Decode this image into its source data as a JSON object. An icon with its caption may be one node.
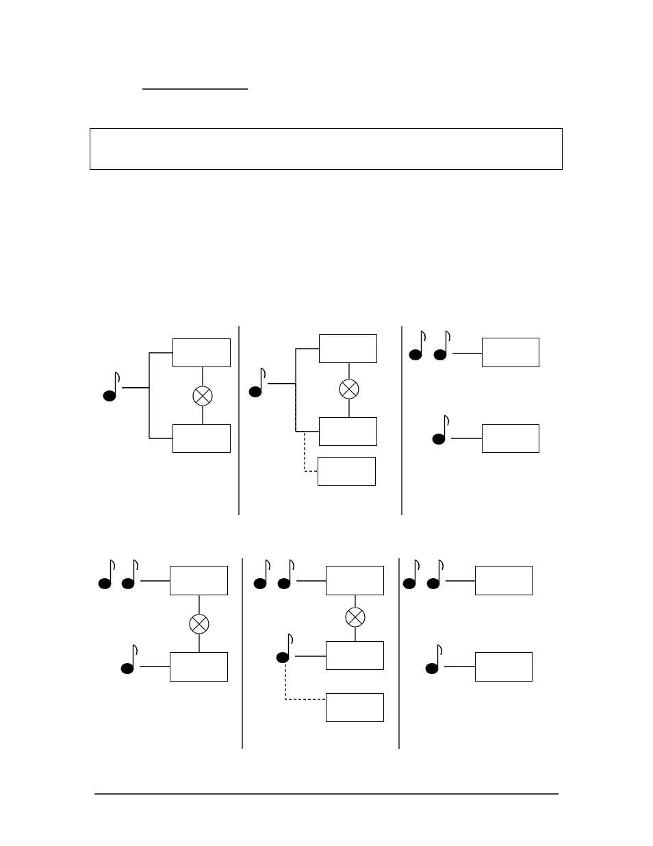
{
  "diagram": {
    "nodes": [
      {
        "text": [],
        "shape": "box"
      },
      {
        "text": [],
        "shape": "note"
      },
      {
        "text": [],
        "shape": "box"
      },
      {
        "text": [],
        "shape": "circle"
      },
      {
        "text": [],
        "shape": "box"
      },
      {
        "text": [],
        "shape": "note"
      },
      {
        "text": [],
        "shape": "box"
      },
      {
        "text": [],
        "shape": "circle"
      },
      {
        "text": [],
        "shape": "box"
      },
      {
        "text": [],
        "shape": "box"
      },
      {
        "text": [],
        "shape": "note"
      },
      {
        "text": [],
        "shape": "note"
      },
      {
        "text": [],
        "shape": "box"
      },
      {
        "text": [],
        "shape": "note"
      },
      {
        "text": [],
        "shape": "box"
      },
      {
        "text": [],
        "shape": "note"
      },
      {
        "text": [],
        "shape": "note"
      },
      {
        "text": [],
        "shape": "box"
      },
      {
        "text": [],
        "shape": "circle"
      },
      {
        "text": [],
        "shape": "note"
      },
      {
        "text": [],
        "shape": "box"
      },
      {
        "text": [],
        "shape": "note"
      },
      {
        "text": [],
        "shape": "note"
      },
      {
        "text": [],
        "shape": "box"
      },
      {
        "text": [],
        "shape": "circle"
      },
      {
        "text": [],
        "shape": "note"
      },
      {
        "text": [],
        "shape": "box"
      },
      {
        "text": [],
        "shape": "box"
      },
      {
        "text": [],
        "shape": "note"
      },
      {
        "text": [],
        "shape": "note"
      },
      {
        "text": [],
        "shape": "box"
      },
      {
        "text": [],
        "shape": "note"
      },
      {
        "text": [],
        "shape": "box"
      }
    ],
    "edges": [
      {
        "from": 1,
        "to": 2,
        "arrow": "none"
      },
      {
        "from": 1,
        "to": 4,
        "arrow": "none"
      },
      {
        "from": 2,
        "to": 3,
        "arrow": "none"
      },
      {
        "from": 3,
        "to": 4,
        "arrow": "none"
      },
      {
        "from": 5,
        "to": 6,
        "arrow": "none"
      },
      {
        "from": 5,
        "to": 8,
        "arrow": "none"
      },
      {
        "from": 5,
        "to": 9,
        "arrow": "none",
        "style": "dashed"
      },
      {
        "from": 6,
        "to": 7,
        "arrow": "none"
      },
      {
        "from": 7,
        "to": 8,
        "arrow": "none"
      },
      {
        "from": 11,
        "to": 12,
        "arrow": "none"
      },
      {
        "from": 13,
        "to": 14,
        "arrow": "none"
      },
      {
        "from": 16,
        "to": 17,
        "arrow": "none"
      },
      {
        "from": 17,
        "to": 18,
        "arrow": "none"
      },
      {
        "from": 18,
        "to": 20,
        "arrow": "none"
      },
      {
        "from": 19,
        "to": 20,
        "arrow": "none"
      },
      {
        "from": 22,
        "to": 23,
        "arrow": "none"
      },
      {
        "from": 23,
        "to": 24,
        "arrow": "none"
      },
      {
        "from": 24,
        "to": 26,
        "arrow": "none"
      },
      {
        "from": 25,
        "to": 26,
        "arrow": "none"
      },
      {
        "from": 25,
        "to": 27,
        "arrow": "none",
        "style": "dashed"
      },
      {
        "from": 29,
        "to": 30,
        "arrow": "none"
      },
      {
        "from": 31,
        "to": 32,
        "arrow": "none"
      }
    ]
  }
}
